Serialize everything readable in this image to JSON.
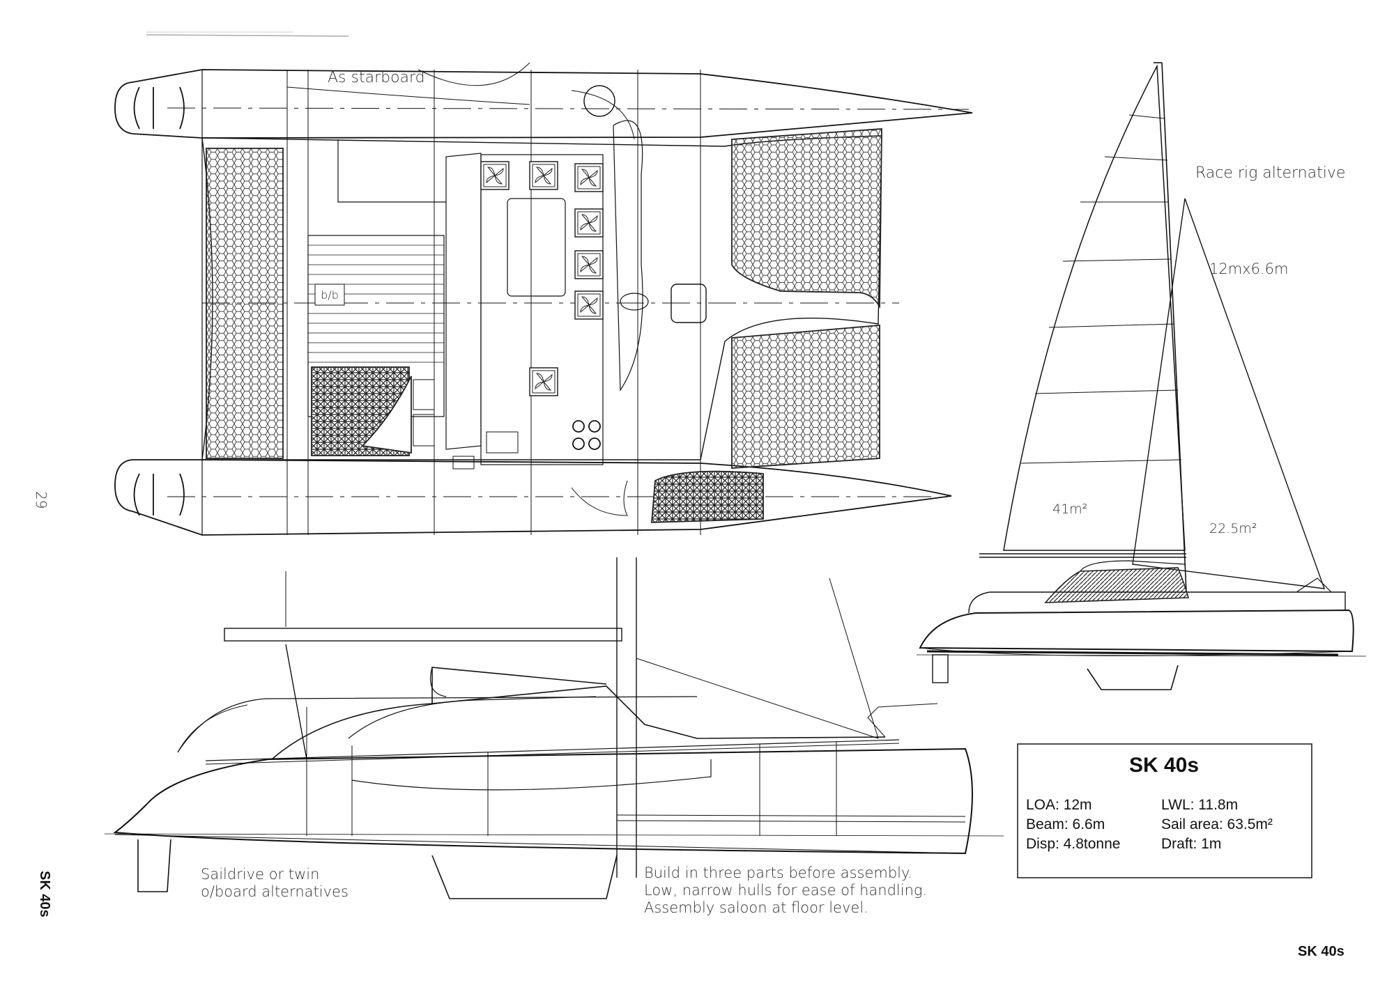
{
  "page_number": "29",
  "spine_label": "SK 40s",
  "footer_label": "SK 40s",
  "plan_notes": {
    "starboard": "As starboard",
    "bunk": "b/b"
  },
  "rig_notes": {
    "race_rig": "Race rig alternative",
    "rig_size": "12mx6.6m",
    "main_area": "41m²",
    "jib_area": "22.5m²"
  },
  "profile_notes": {
    "drive_line1": "Saildrive or twin",
    "drive_line2": "o/board alternatives",
    "build_line1": "Build in three parts before assembly.",
    "build_line2": "Low, narrow hulls for ease of handling.",
    "build_line3": "Assembly saloon at floor level."
  },
  "spec_box": {
    "title": "SK 40s",
    "loa": "LOA:   12m",
    "beam": "Beam: 6.6m",
    "disp": "Disp: 4.8tonne",
    "lwl": "LWL: 11.8m",
    "sail_area": "Sail area: 63.5m²",
    "draft": "Draft: 1m"
  }
}
